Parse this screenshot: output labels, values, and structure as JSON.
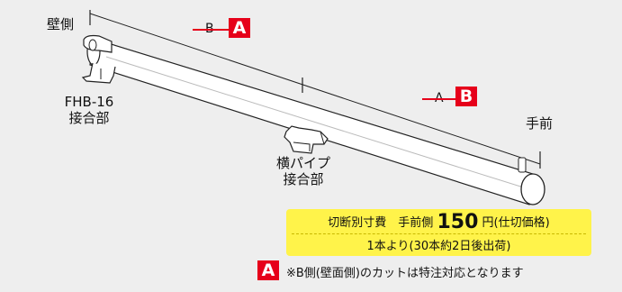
{
  "labels": {
    "wall_side": "壁側",
    "front_side": "手前",
    "fhb_line1": "FHB-16",
    "fhb_line2": "接合部",
    "yoko_line1": "横パイプ",
    "yoko_line2": "接合部"
  },
  "markers": {
    "top_struck": "B",
    "top_new": "A",
    "mid_struck": "A",
    "mid_new": "B",
    "note_marker": "A"
  },
  "price_box": {
    "prefix": "切断別寸費　手前側",
    "price": "150",
    "suffix": "円(仕切価格)",
    "line2": "1本より(30本約2日後出荷)"
  },
  "note": "※B側(壁面側)のカットは特注対応となります",
  "colors": {
    "accent_red": "#e6001a",
    "price_yellow": "#fff34a",
    "background": "#eeeeee"
  }
}
